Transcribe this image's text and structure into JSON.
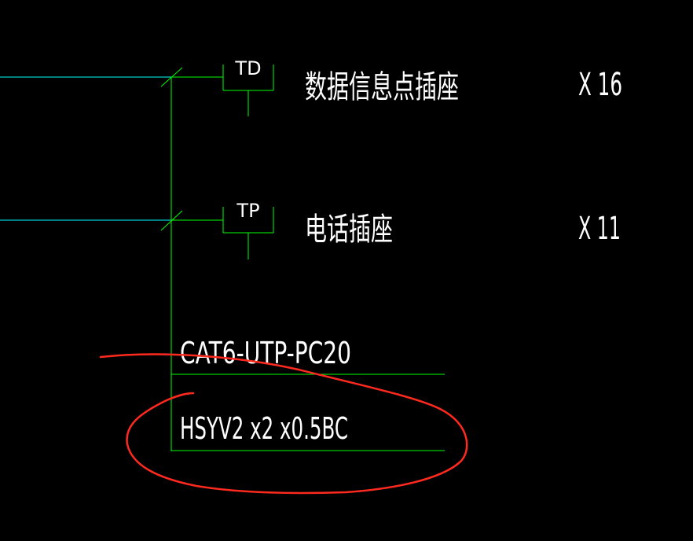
{
  "colors": {
    "background": "#000000",
    "trunk_line": "#00ff00",
    "feed_line": "#00ffff",
    "symbol_line": "#00ff00",
    "text": "#ffffff",
    "annotation": "#ff2a1f"
  },
  "outlets": [
    {
      "symbol": "TD",
      "name": "数据信息点插座",
      "count": "X 16"
    },
    {
      "symbol": "TP",
      "name": "电话插座",
      "count": "X 11"
    }
  ],
  "cables": [
    {
      "label": "CAT6-UTP-PC20"
    },
    {
      "label": "HSYV2 x2 x0.5BC"
    }
  ]
}
